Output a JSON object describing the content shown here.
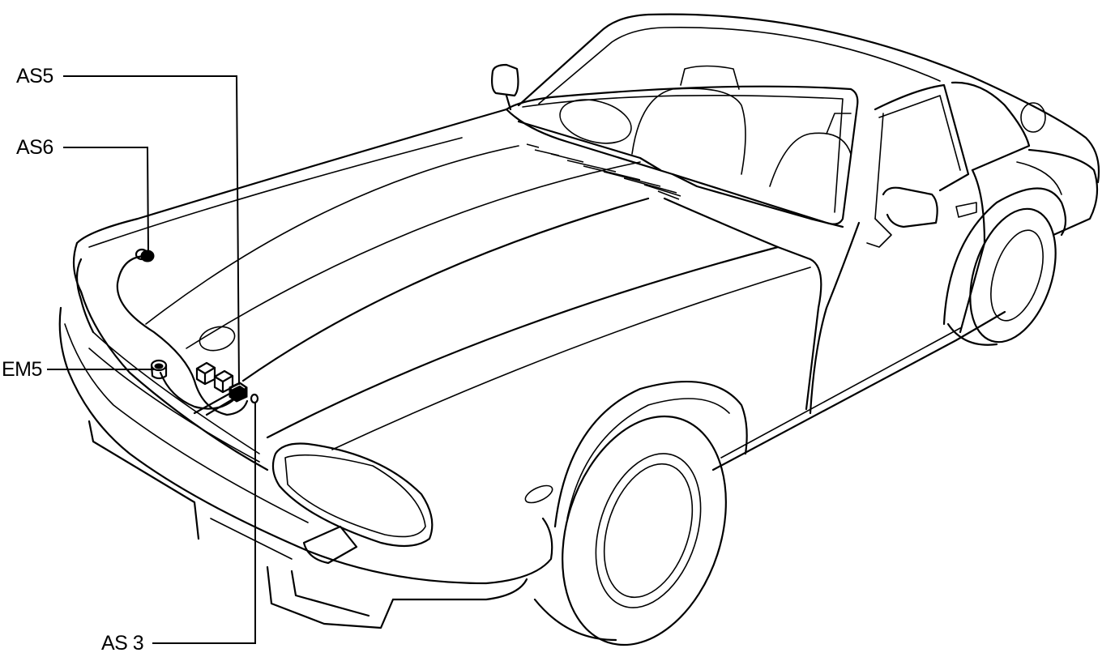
{
  "callouts": {
    "as5": "AS5",
    "as6": "AS6",
    "em5": "EM5",
    "as3": "AS 3"
  },
  "colors": {
    "line": "#000000",
    "background": "#ffffff"
  }
}
